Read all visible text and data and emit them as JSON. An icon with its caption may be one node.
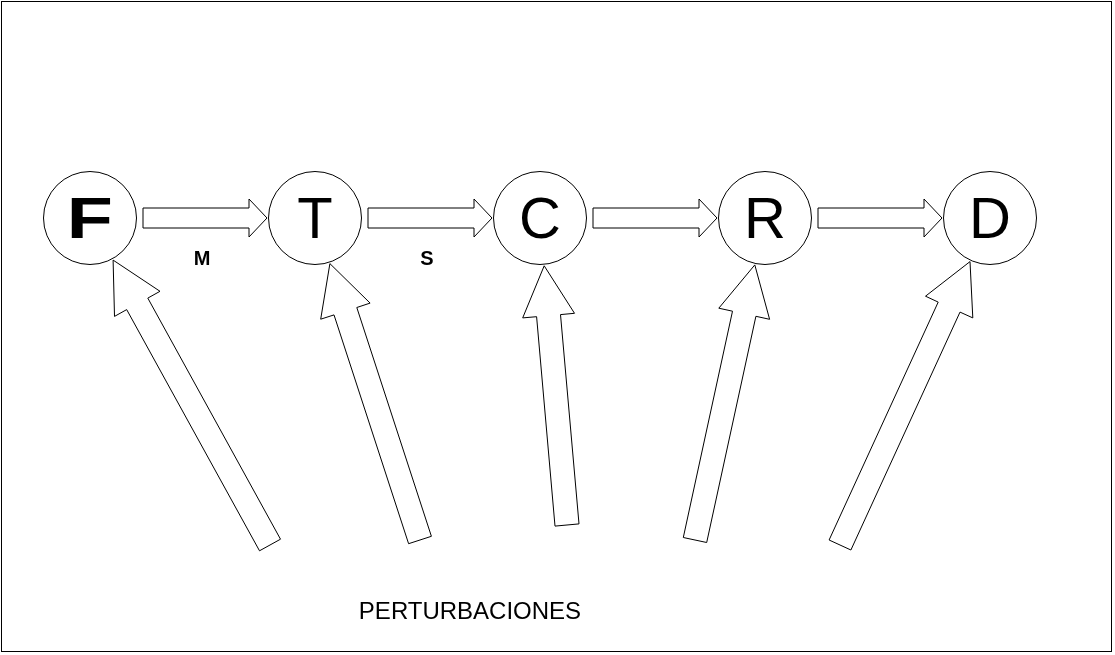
{
  "diagram": {
    "nodes": [
      {
        "text": [
          "F"
        ]
      },
      {
        "text": [
          "T"
        ]
      },
      {
        "text": [
          "C"
        ]
      },
      {
        "text": [
          "R"
        ]
      },
      {
        "text": [
          "D"
        ]
      }
    ],
    "edges": [
      {
        "from": 0,
        "to": 1,
        "arrow": "to",
        "label": "M"
      },
      {
        "from": 1,
        "to": 2,
        "arrow": "to",
        "label": "S"
      },
      {
        "from": 2,
        "to": 3,
        "arrow": "to"
      },
      {
        "from": 3,
        "to": 4,
        "arrow": "to"
      },
      {
        "from": null,
        "to": 0,
        "arrow": "to"
      },
      {
        "from": null,
        "to": 1,
        "arrow": "to"
      },
      {
        "from": null,
        "to": 2,
        "arrow": "to"
      },
      {
        "from": null,
        "to": 3,
        "arrow": "to"
      },
      {
        "from": null,
        "to": 4,
        "arrow": "to"
      }
    ],
    "labels": [
      "PERTURBACIONES"
    ]
  }
}
